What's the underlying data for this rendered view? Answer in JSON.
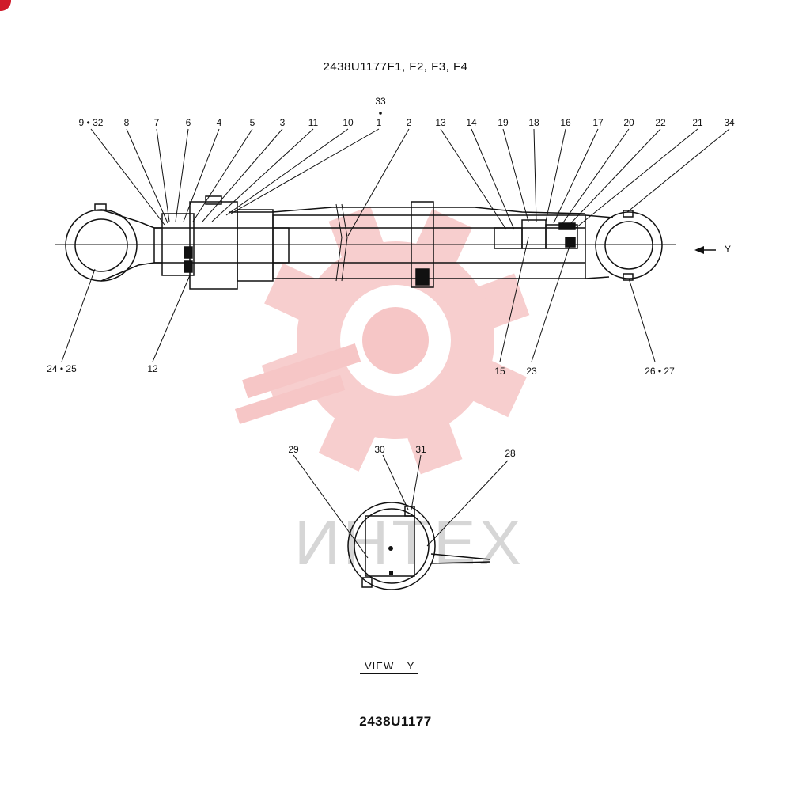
{
  "header": {
    "part_numbers": "2438U1177F1, F2, F3, F4"
  },
  "footer": {
    "drawing_number": "2438U1177"
  },
  "view": {
    "label": "VIEW Y",
    "arrow_label": "Y"
  },
  "watermark": {
    "text": "ИНТЕХ",
    "color": "#f3b7b7"
  },
  "colors": {
    "ink": "#111111",
    "accent_mark": "#d01a2a"
  },
  "callouts_top": [
    "9 • 32",
    "8",
    "7",
    "6",
    "4",
    "5",
    "3",
    "11",
    "10",
    "33",
    "1",
    "2",
    "13",
    "14",
    "19",
    "18",
    "16",
    "17",
    "20",
    "22",
    "21",
    "34"
  ],
  "callouts_bottom": [
    "24 • 25",
    "12",
    "15",
    "23",
    "26 • 27"
  ],
  "callouts_view": [
    "29",
    "30",
    "31",
    "28"
  ]
}
